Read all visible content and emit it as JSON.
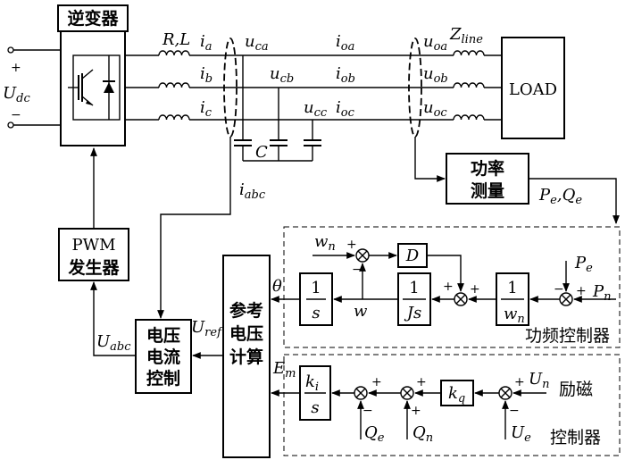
{
  "blocks": {
    "inverter": "逆变器",
    "pwm_line1": "PWM",
    "pwm_line2": "发生器",
    "vc_line1": "电压",
    "vc_line2": "电流",
    "vc_line3": "控制",
    "ref_line1": "参考",
    "ref_line2": "电压",
    "ref_line3": "计算",
    "pm_line1": "功率",
    "pm_line2": "测量",
    "load": "LOAD",
    "int1_num": "1",
    "int1_den": "s",
    "inertia_num": "1",
    "inertia_den": "Js",
    "wn_num": "1",
    "wn_den": "w",
    "wn_den_sub": "n",
    "damping": "D",
    "ki_num": "k",
    "ki_num_sub": "i",
    "ki_den": "s",
    "kq": "k",
    "kq_sub": "q"
  },
  "labels": {
    "pf_controller": "功频控制器",
    "ex_controller_line1": "励磁",
    "ex_controller_line2": "控制器",
    "plus": "+",
    "minus": "−",
    "udc": "U",
    "udc_sub": "dc",
    "rl": "R,L",
    "ia": "i",
    "ia_sub": "a",
    "ib": "i",
    "ib_sub": "b",
    "ic": "i",
    "ic_sub": "c",
    "uca": "u",
    "uca_sub": "ca",
    "ucb": "u",
    "ucb_sub": "cb",
    "ucc": "u",
    "ucc_sub": "cc",
    "ioa": "i",
    "ioa_sub": "oa",
    "iob": "i",
    "iob_sub": "ob",
    "ioc": "i",
    "ioc_sub": "oc",
    "uoa": "u",
    "uoa_sub": "oa",
    "uob": "u",
    "uob_sub": "ob",
    "uoc": "u",
    "uoc_sub": "oc",
    "zline": "Z",
    "zline_sub": "line",
    "cap": "C",
    "iabc": "i",
    "iabc_sub": "abc",
    "pe_qe_1": "P",
    "pe_qe_1_sub": "e",
    "pe_qe_comma": ",",
    "pe_qe_2": "Q",
    "pe_qe_2_sub": "e",
    "uabc": "U",
    "uabc_sub": "abc",
    "uref": "U",
    "uref_sub": "ref",
    "theta": "θ",
    "em": "E",
    "em_sub": "m",
    "wn_in": "w",
    "wn_in_sub": "n",
    "w_fb": "w",
    "pe_in": "P",
    "pe_in_sub": "e",
    "pn_in": "P",
    "pn_in_sub": "n",
    "un_in": "U",
    "un_in_sub": "n",
    "ue_in": "U",
    "ue_in_sub": "e",
    "qe_in": "Q",
    "qe_in_sub": "e",
    "qn_in": "Q",
    "qn_in_sub": "n"
  }
}
